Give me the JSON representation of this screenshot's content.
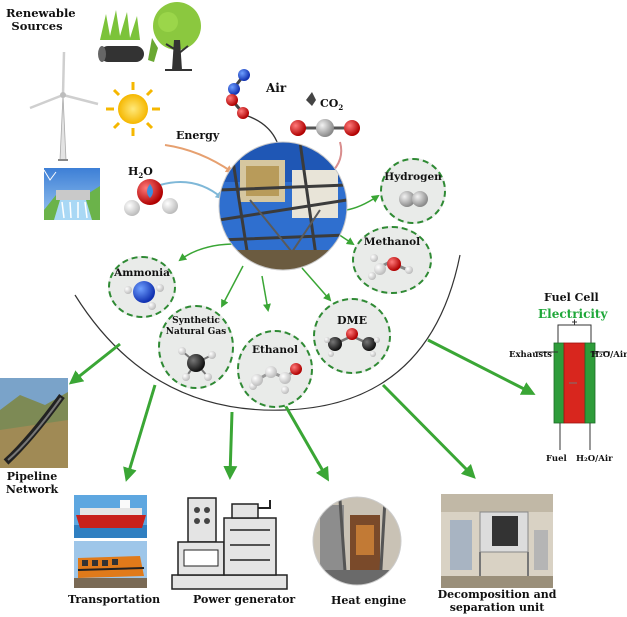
{
  "renewable": {
    "label_line1": "Renewable",
    "label_line2": "Sources"
  },
  "inputs": {
    "energy": "Energy",
    "air": "Air",
    "co2_main": "CO",
    "co2_sub": "2",
    "h2o_pre": "H",
    "h2o_sub": "2",
    "h2o_post": "O"
  },
  "products": {
    "hydrogen": "Hydrogen",
    "methanol": "Methanol",
    "ammonia": "Ammonia",
    "sng_line1": "Synthetic",
    "sng_line2": "Natural Gas",
    "ethanol": "Ethanol",
    "dme": "DME"
  },
  "fuel_cell": {
    "title": "Fuel Cell",
    "electricity": "Electricity",
    "exhausts": "Exhausts",
    "h2o_air_top": "H₂O/Air",
    "fuel": "Fuel",
    "h2o_air_bottom": "H₂O/Air"
  },
  "applications": {
    "pipeline_line1": "Pipeline",
    "pipeline_line2": "Network",
    "transportation": "Transportation",
    "power_generator": "Power generator",
    "heat_engine": "Heat engine",
    "decomp_line1": "Decomposition and",
    "decomp_line2": "separation unit"
  },
  "colors": {
    "arrow_green": "#3aa635",
    "dashed_border": "#2f8a34",
    "electricity_green": "#1fa83a",
    "fuel_cell_red": "#d8261e"
  }
}
